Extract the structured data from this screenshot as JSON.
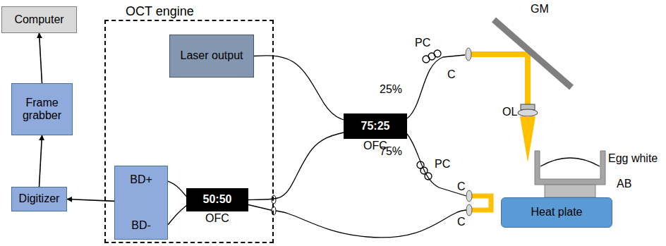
{
  "diagram": {
    "nodes": [
      {
        "text": [
          "OCT engine"
        ]
      },
      {
        "text": [
          "Laser output"
        ],
        "in": 0
      },
      {
        "text": [
          "BD+",
          "BD-"
        ],
        "in": 0
      },
      {
        "text": [
          "50:50",
          "OFC"
        ],
        "in": 0
      },
      {
        "text": [
          "Computer"
        ]
      },
      {
        "text": [
          "Frame grabber"
        ]
      },
      {
        "text": [
          "Digitizer"
        ]
      },
      {
        "text": [
          "75:25",
          "OFC"
        ]
      },
      {
        "text": [
          "Heat plate"
        ]
      }
    ],
    "edges": [
      {
        "from": 5,
        "to": 4,
        "arrow": "to"
      },
      {
        "from": 6,
        "to": 5,
        "arrow": "to"
      },
      {
        "from": 2,
        "to": 6,
        "arrow": "to"
      },
      {
        "from": 1,
        "to": 7,
        "arrow": "none"
      },
      {
        "from": 7,
        "to": 3,
        "arrow": "none"
      },
      {
        "from": 2,
        "to": 3,
        "arrow": "none"
      },
      {
        "from": 2,
        "to": 3,
        "arrow": "none"
      }
    ],
    "labels": [
      "PC",
      "C",
      "GM",
      "25%",
      "OL",
      "Egg white",
      "75%",
      "PC",
      "AB",
      "C",
      "C"
    ]
  }
}
